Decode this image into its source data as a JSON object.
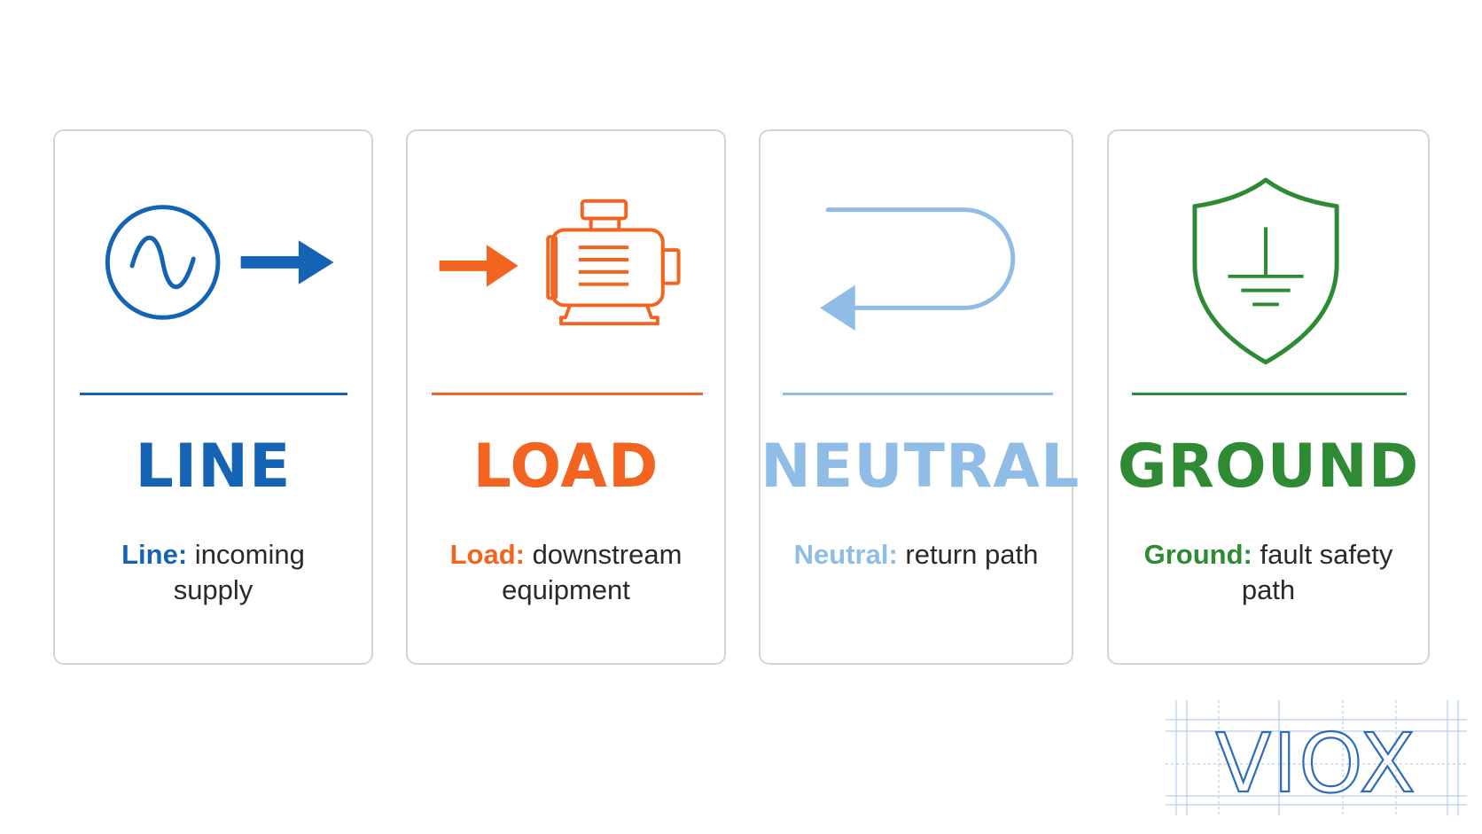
{
  "colors": {
    "line": "#1463b5",
    "load": "#f2641f",
    "neutral": "#8fbde6",
    "ground": "#2e8b34",
    "card_border": "#d4d4d4"
  },
  "cards": [
    {
      "title": "LINE",
      "term": "Line:",
      "description": " incoming supply",
      "icon": "ac-source-arrow-icon"
    },
    {
      "title": "LOAD",
      "term": "Load:",
      "description": " downstream equipment",
      "icon": "motor-icon"
    },
    {
      "title": "NEUTRAL",
      "term": "Neutral:",
      "description": " return path",
      "icon": "return-arrow-icon"
    },
    {
      "title": "GROUND",
      "term": "Ground:",
      "description": " fault safety path",
      "icon": "ground-shield-icon"
    }
  ],
  "logo": {
    "text": "VIOX"
  }
}
